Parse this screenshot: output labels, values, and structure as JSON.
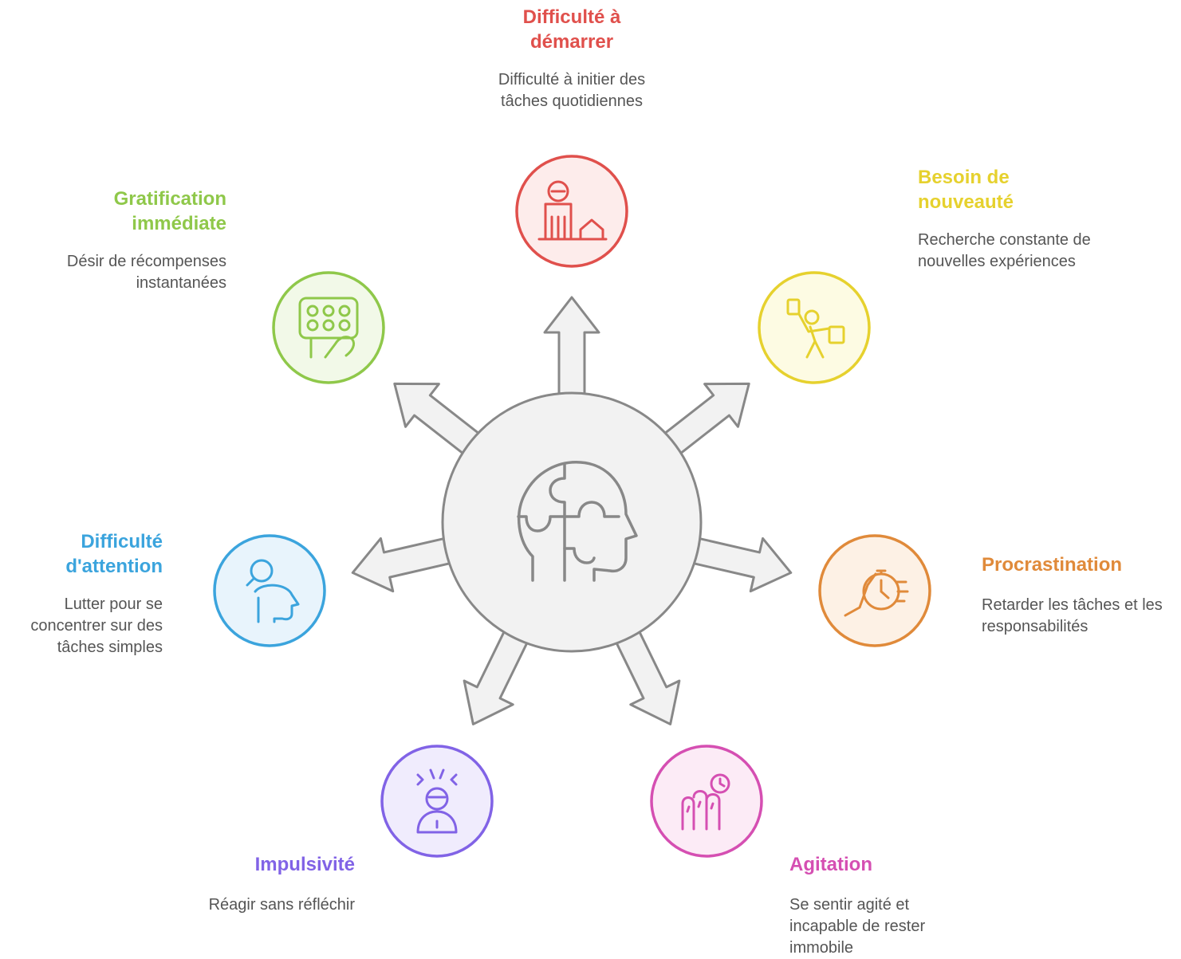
{
  "center": {
    "icon": "head-puzzle-icon"
  },
  "nodes": [
    {
      "key": "start",
      "title": "Difficulté à démarrer",
      "description": "Difficulté à initier des tâches quotidiennes",
      "color": "#e0504c",
      "fill": "#fdeceb",
      "icon": "person-home-icon"
    },
    {
      "key": "novelty",
      "title": "Besoin de nouveauté",
      "description": "Recherche constante de nouvelles expériences",
      "color": "#e6d12e",
      "fill": "#fdfbe3",
      "icon": "person-exploring-icon"
    },
    {
      "key": "procrastination",
      "title": "Procrastination",
      "description": "Retarder les tâches et les responsabilités",
      "color": "#e08a3a",
      "fill": "#fdf1e5",
      "icon": "hand-stopwatch-icon"
    },
    {
      "key": "agitation",
      "title": "Agitation",
      "description": "Se sentir agité et incapable de rester immobile",
      "color": "#d54fb2",
      "fill": "#fcebf6",
      "icon": "fingers-clock-icon"
    },
    {
      "key": "impulsivity",
      "title": "Impulsivité",
      "description": "Réagir sans réfléchir",
      "color": "#8163e6",
      "fill": "#f0ecfd",
      "icon": "stressed-person-icon"
    },
    {
      "key": "attention",
      "title": "Difficulté d'attention",
      "description": "Lutter pour se concentrer sur des tâches simples",
      "color": "#3ba4dd",
      "fill": "#e8f4fc",
      "icon": "head-search-icon"
    },
    {
      "key": "gratification",
      "title": "Gratification immédiate",
      "description": "Désir de récompenses instantanées",
      "color": "#8fc84a",
      "fill": "#f2f9e8",
      "icon": "hand-keypad-icon"
    }
  ]
}
